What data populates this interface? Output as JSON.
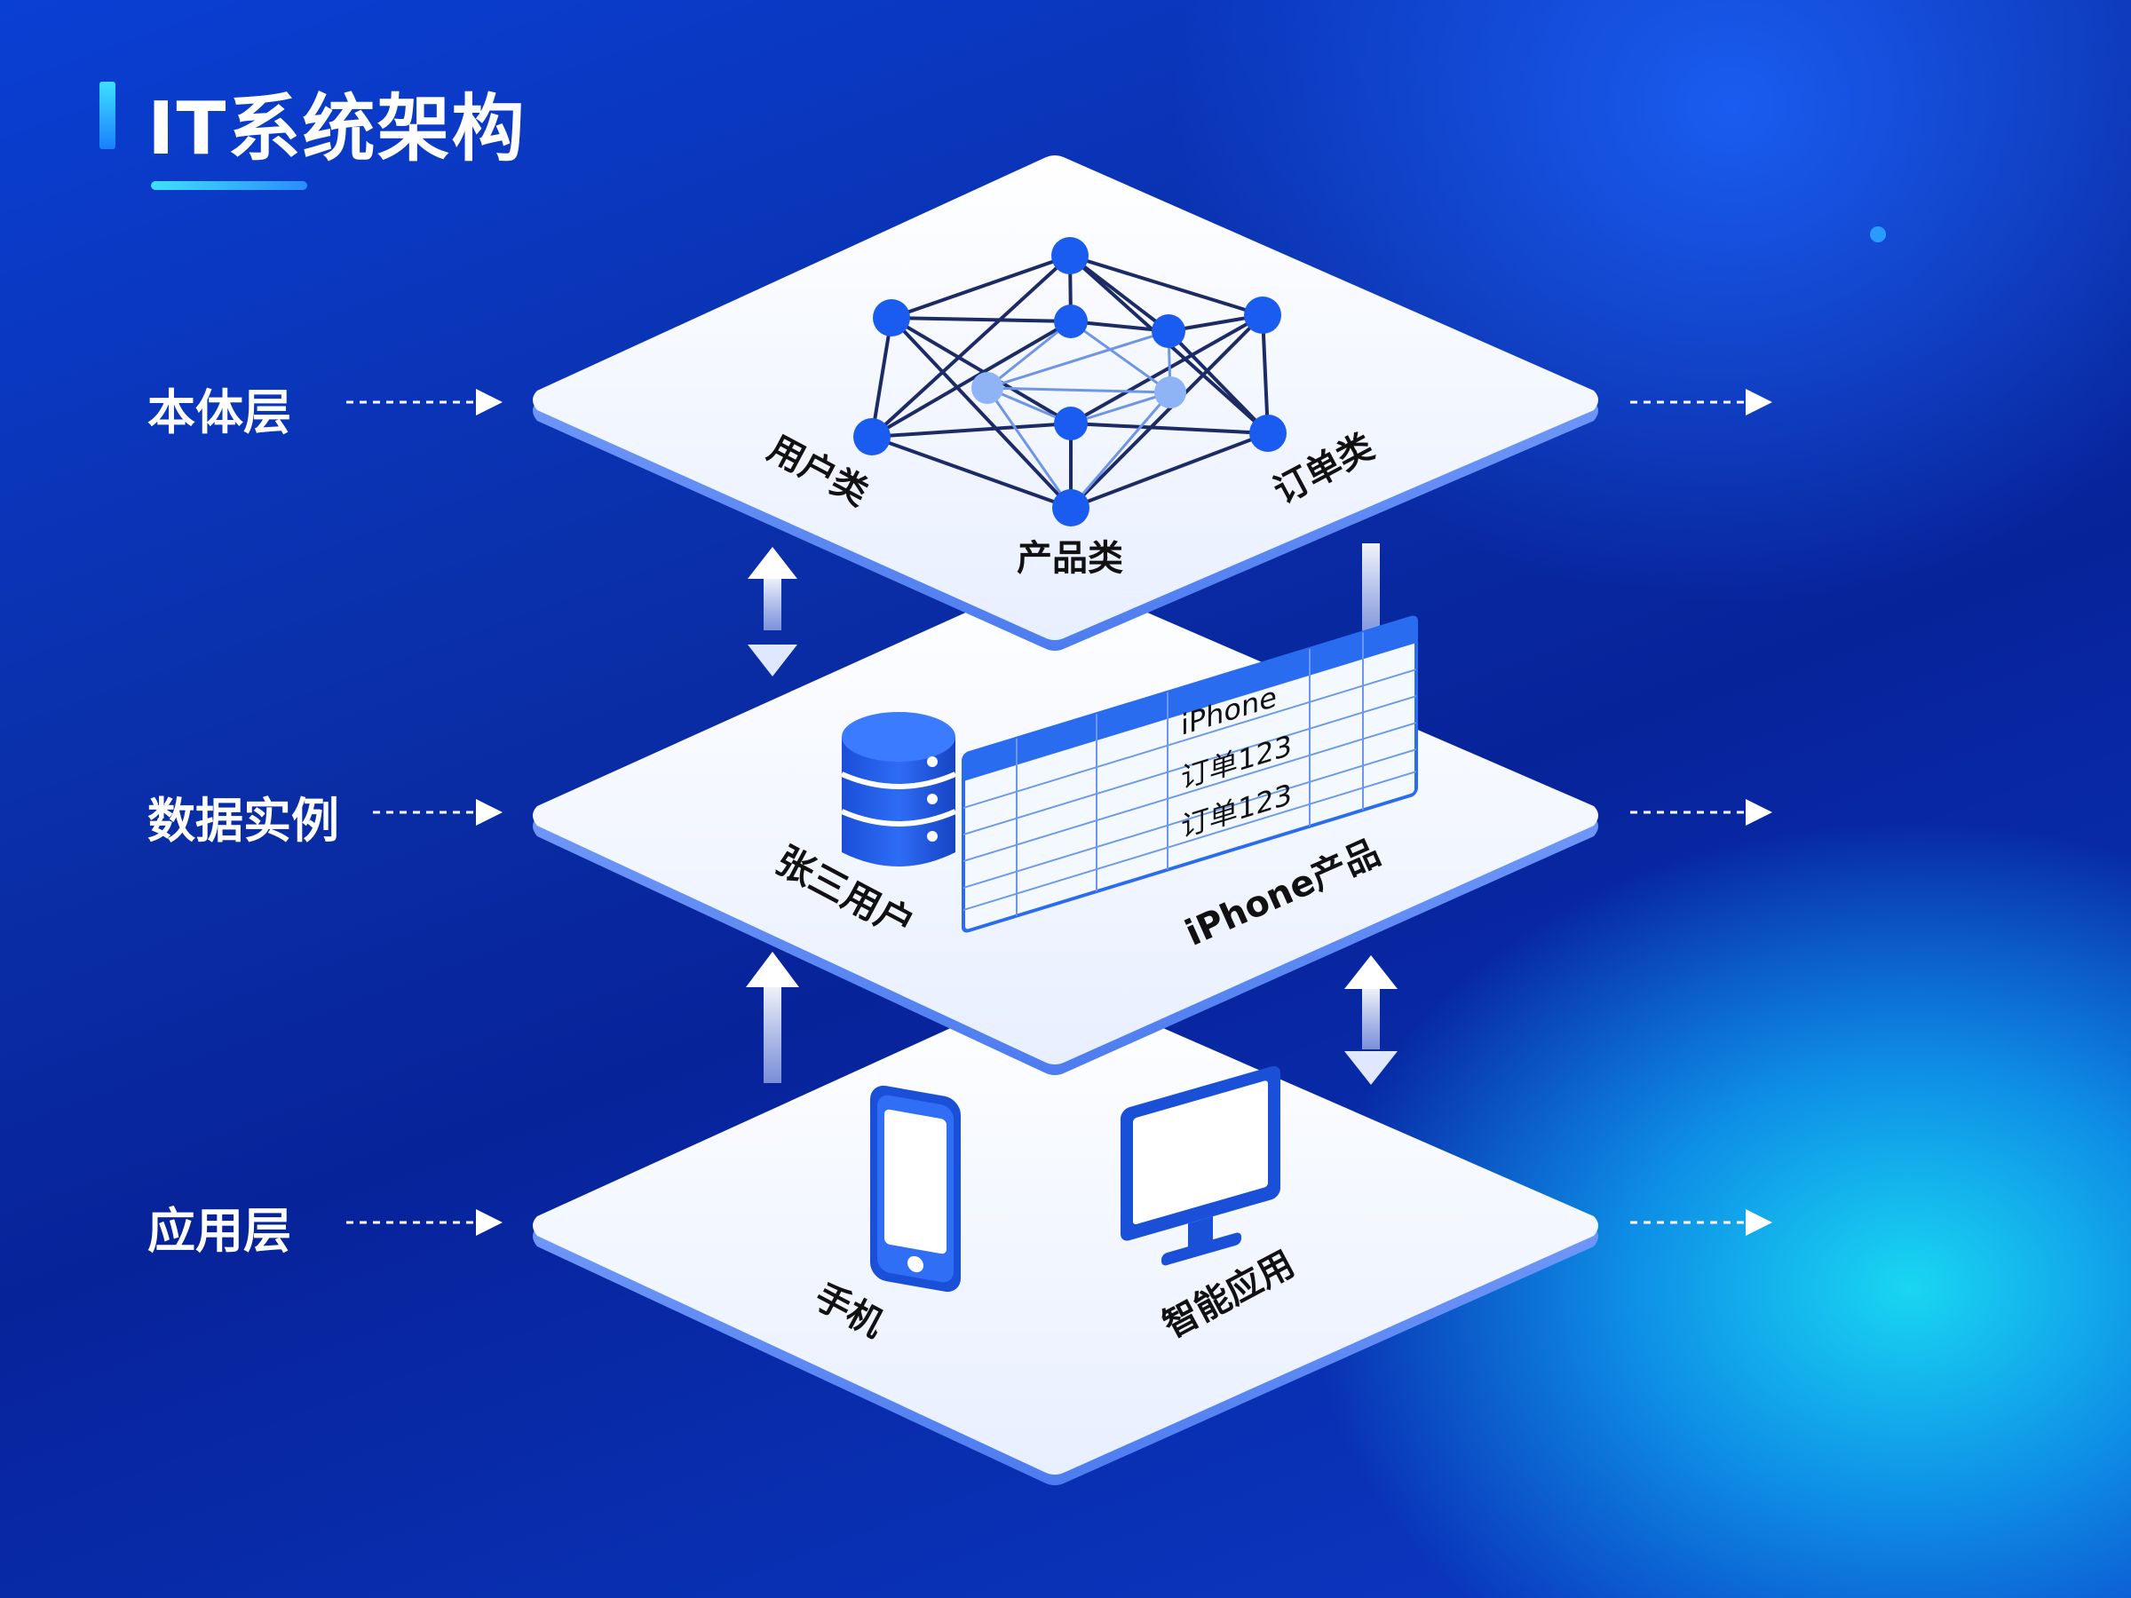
{
  "title": "IT系统架构",
  "layers": [
    {
      "label": "本体层",
      "items": [
        "用户类",
        "产品类",
        "订单类"
      ]
    },
    {
      "label": "数据实例",
      "items": [
        "张三用户",
        "iPhone产品"
      ],
      "table_cells": [
        "iPhone",
        "订单123",
        "订单123"
      ]
    },
    {
      "label": "应用层",
      "items": [
        "手机",
        "智能应用"
      ]
    }
  ],
  "colors": {
    "accent": "#1a5cf0",
    "navy": "#1c2a66",
    "platform": "#f2f6ff"
  }
}
